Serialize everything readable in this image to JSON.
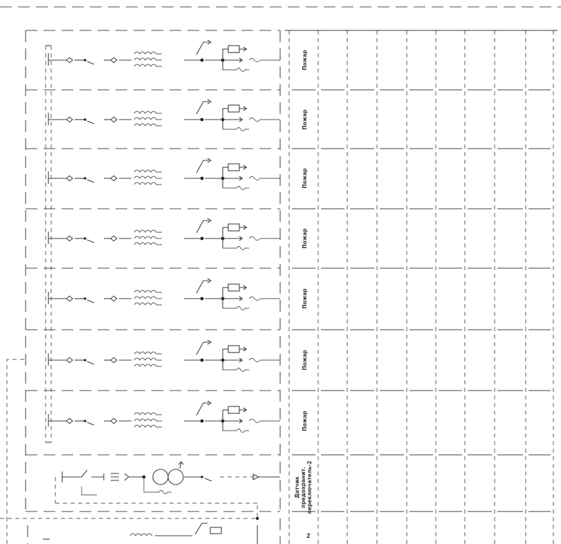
{
  "diagram": {
    "rows": [
      {
        "label": "Пожар"
      },
      {
        "label": "Пожар"
      },
      {
        "label": "Пожар"
      },
      {
        "label": "Пожар"
      },
      {
        "label": "Пожар"
      },
      {
        "label": "Пожар"
      },
      {
        "label": "Пожар"
      }
    ],
    "special_row": {
      "label_lines": [
        "Датчик",
        "предохранит.",
        "переключатель-2"
      ]
    },
    "bottom_row": {
      "label": "Z"
    },
    "columns_count": 9,
    "colors": {
      "line": "#4a4a4a",
      "background": "#ffffff"
    }
  }
}
